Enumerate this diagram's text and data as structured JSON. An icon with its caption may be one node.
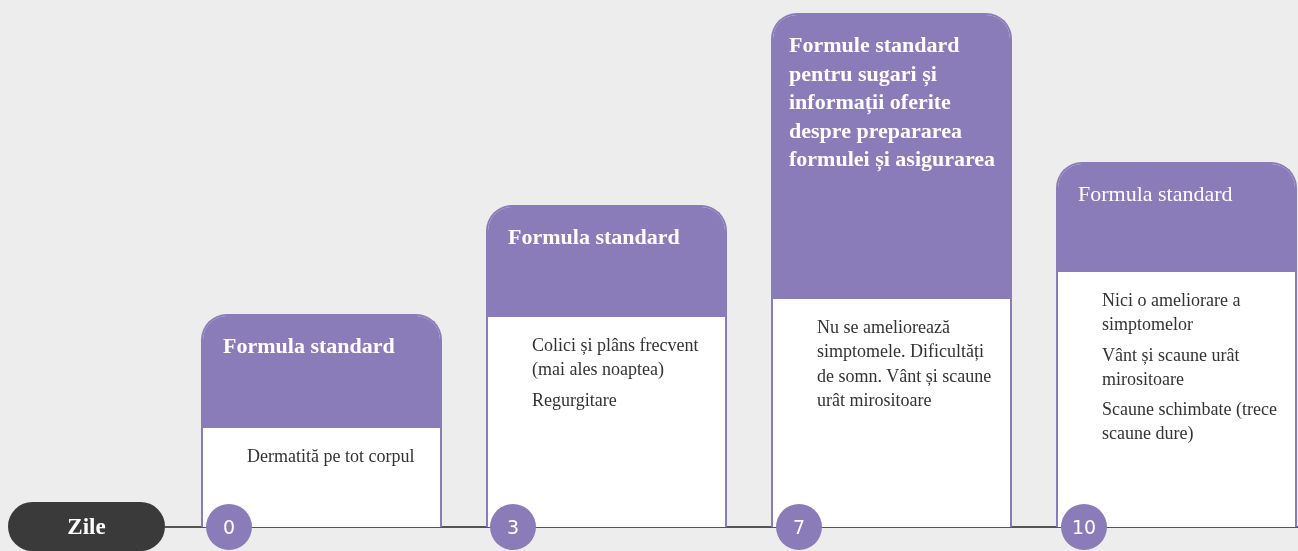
{
  "diagram": {
    "nodes": [
      {
        "text": [
          "Zile"
        ]
      },
      {
        "text": [
          "Formula standard",
          "Dermatită pe tot corpul"
        ]
      },
      {
        "text": [
          "0"
        ]
      },
      {
        "text": [
          "Formula standard",
          "Colici și plâns frecvent (mai ales noaptea)",
          "Regurgitare"
        ]
      },
      {
        "text": [
          "3"
        ]
      },
      {
        "text": [
          "Formule standard pentru sugari și informații oferite despre prepararea formulei și asigurarea",
          "Nu se ameliorează simptomele. Dificultăți de somn. Vânt și scaune urât mirositoare"
        ]
      },
      {
        "text": [
          "7"
        ]
      },
      {
        "text": [
          "Formula standard",
          "Nici o ameliorare a simptomelor",
          "Vânt și scaune urât mirositoare",
          "Scaune schimbate (trece scaune dure)"
        ]
      },
      {
        "text": [
          "10"
        ]
      }
    ],
    "edges": []
  }
}
